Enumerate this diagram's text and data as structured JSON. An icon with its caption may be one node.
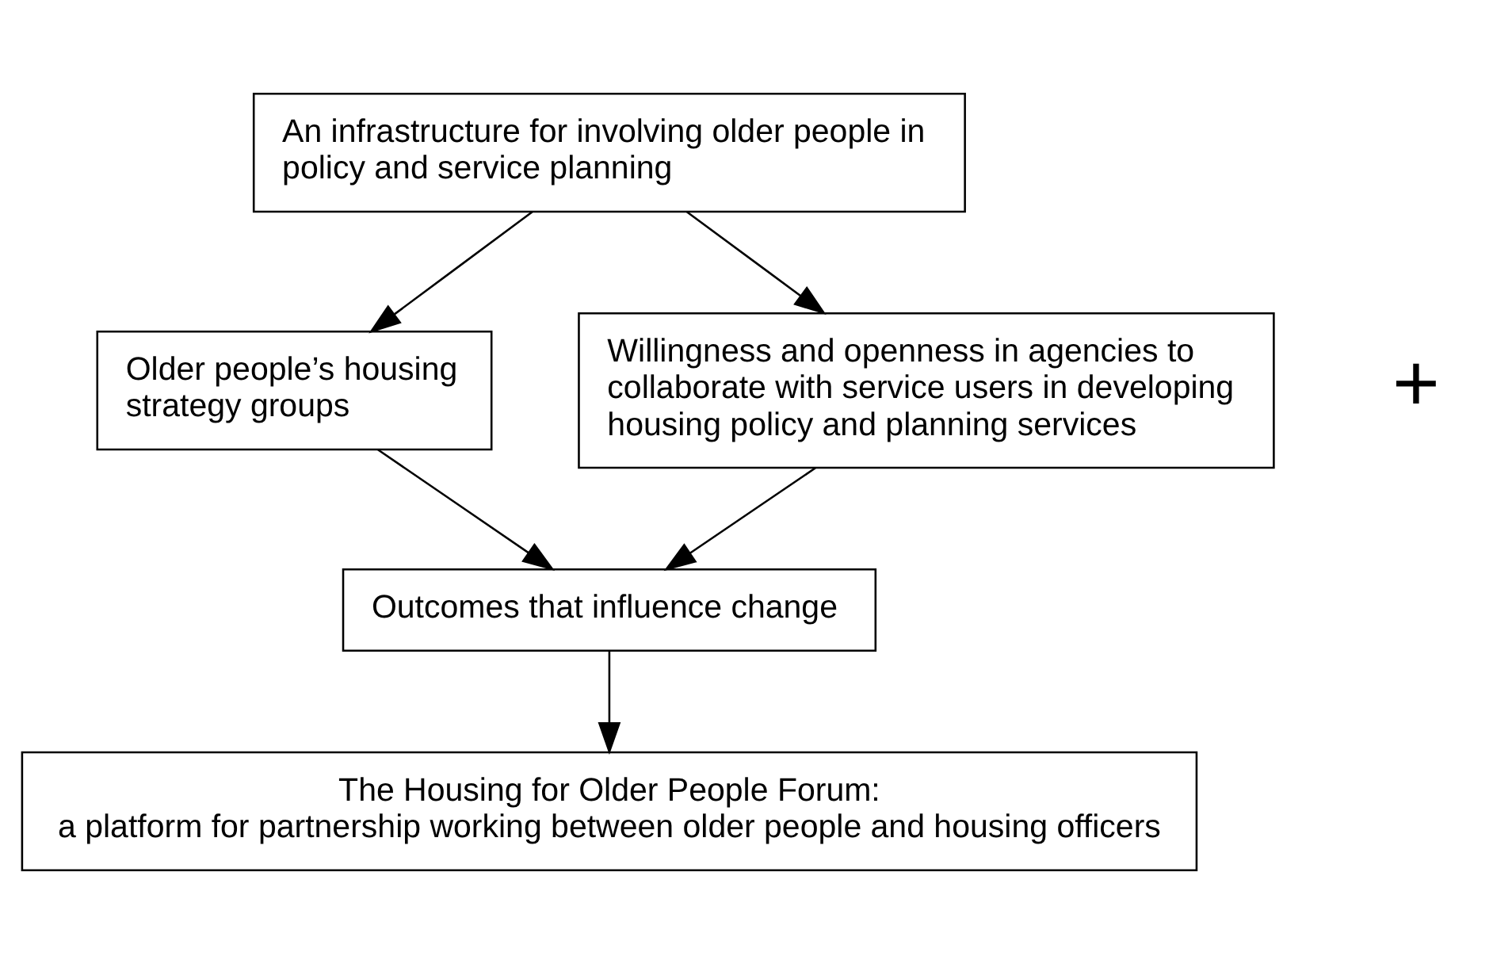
{
  "diagram": {
    "nodes": [
      {
        "text": [
          "An infrastructure for involving older people in policy and service planning"
        ]
      },
      {
        "text": [
          "Older people’s housing strategy groups"
        ]
      },
      {
        "text": [
          "Willingness and openness in agencies to collaborate with service users in developing housing policy and planning services"
        ]
      },
      {
        "text": [
          "Outcomes that influence change"
        ]
      },
      {
        "text": [
          "The Housing for Older People Forum:",
          "a platform for partnership working between older people and housing officers"
        ]
      }
    ],
    "edges": [
      {
        "from": 0,
        "to": 1,
        "arrow": "to"
      },
      {
        "from": 0,
        "to": 2,
        "arrow": "to"
      },
      {
        "from": 1,
        "to": 3,
        "arrow": "to"
      },
      {
        "from": 2,
        "to": 3,
        "arrow": "to"
      },
      {
        "from": 3,
        "to": 4,
        "arrow": "to"
      }
    ],
    "labels": [
      "+"
    ]
  }
}
